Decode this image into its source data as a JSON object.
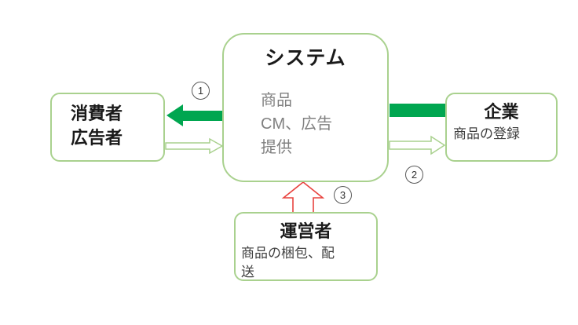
{
  "diagram": {
    "system_box": {
      "title": "システム",
      "lines": [
        "商品",
        "CM、広告",
        "提供"
      ]
    },
    "consumer_box": {
      "lines": [
        "消費者",
        "広告者"
      ]
    },
    "company_box": {
      "title": "企業",
      "subtitle": "商品の登録"
    },
    "operator_box": {
      "title": "運営者",
      "subtitle": "商品の梱包、配送"
    },
    "steps": [
      "1",
      "2",
      "3"
    ],
    "colors": {
      "solid_arrow": "#00a650",
      "outline_arrow": "#a9d18e",
      "box_border": "#a9d18e",
      "red_arrow": "#e8433f",
      "title_text": "#1a1a1a",
      "system_body_text": "#808080",
      "sub_text": "#404040",
      "circle_border": "#595959"
    }
  }
}
